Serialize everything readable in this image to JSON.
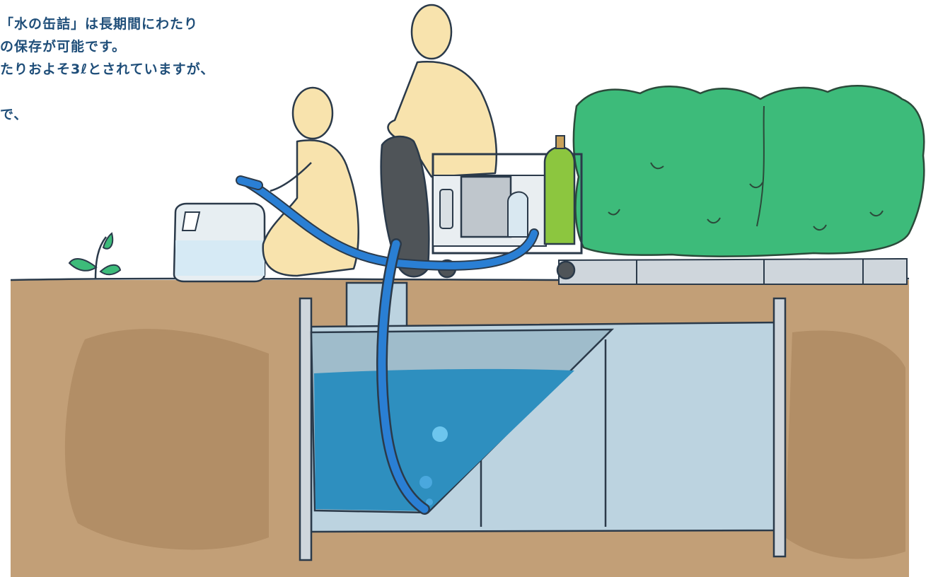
{
  "caption": {
    "lines": [
      "「水の缶詰」は長期間にわたり",
      "の保存が可能です。",
      "たりおよそ3ℓとされていますが、",
      "",
      "で、"
    ]
  },
  "illustration": {
    "subject": "underground-water-tank-with-pump-and-hose",
    "colors": {
      "soil": "#c29f77",
      "soil_dark": "#ae8a62",
      "water": "#2e8fbf",
      "tank_interior": "#bcd3e0",
      "hose": "#2a7fd4",
      "person_skin": "#f8e3ad",
      "hedge": "#3dbb7a",
      "gas_cylinder": "#8cc63f",
      "text": "#1f4e79"
    }
  }
}
